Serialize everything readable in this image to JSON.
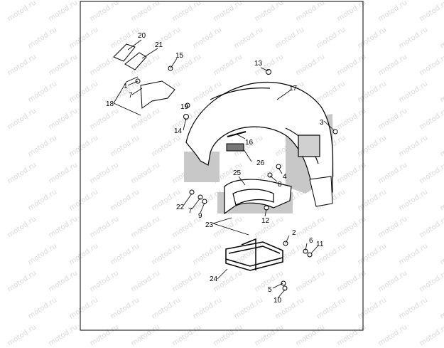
{
  "diagram": {
    "watermark": "motod.ru",
    "callouts": [
      {
        "id": "20",
        "label": "20"
      },
      {
        "id": "21",
        "label": "21"
      },
      {
        "id": "15",
        "label": "15"
      },
      {
        "id": "13",
        "label": "13"
      },
      {
        "id": "1",
        "label": "1"
      },
      {
        "id": "7a",
        "label": "7"
      },
      {
        "id": "17",
        "label": "17"
      },
      {
        "id": "18",
        "label": "18"
      },
      {
        "id": "19",
        "label": "19"
      },
      {
        "id": "3",
        "label": "3"
      },
      {
        "id": "14",
        "label": "14"
      },
      {
        "id": "16",
        "label": "16"
      },
      {
        "id": "26",
        "label": "26"
      },
      {
        "id": "25",
        "label": "25"
      },
      {
        "id": "4",
        "label": "4"
      },
      {
        "id": "8",
        "label": "8"
      },
      {
        "id": "22",
        "label": "22"
      },
      {
        "id": "7b",
        "label": "7"
      },
      {
        "id": "9",
        "label": "9"
      },
      {
        "id": "12",
        "label": "12"
      },
      {
        "id": "23",
        "label": "23"
      },
      {
        "id": "2",
        "label": "2"
      },
      {
        "id": "6",
        "label": "6"
      },
      {
        "id": "11",
        "label": "11"
      },
      {
        "id": "24",
        "label": "24"
      },
      {
        "id": "5",
        "label": "5"
      },
      {
        "id": "10",
        "label": "10"
      }
    ]
  }
}
